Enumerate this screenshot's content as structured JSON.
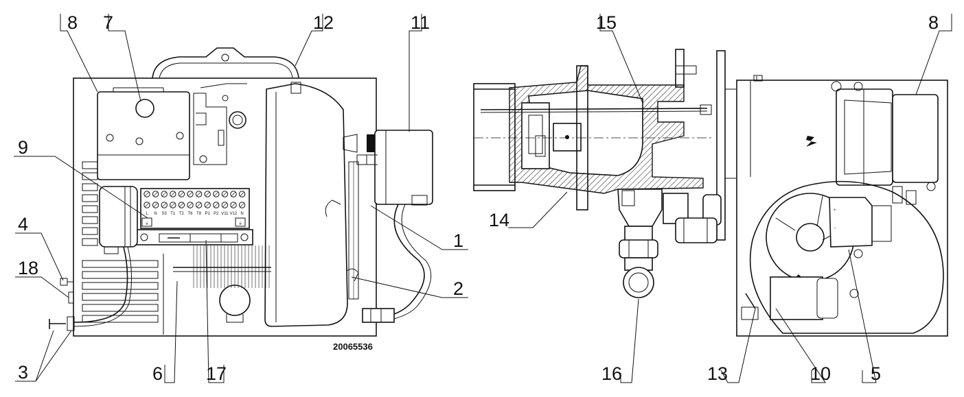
{
  "drawing_code": "20065536",
  "callouts": {
    "c1": "1",
    "c2": "2",
    "c3": "3",
    "c4": "4",
    "c5": "5",
    "c6": "6",
    "c7": "7",
    "c8a": "8",
    "c8b": "8",
    "c9": "9",
    "c10": "10",
    "c11": "11",
    "c12": "12",
    "c13": "13",
    "c14": "14",
    "c15": "15",
    "c16": "16",
    "c17": "17",
    "c18": "18"
  },
  "terminals": [
    "L",
    "N",
    "S3",
    "T1",
    "T2",
    "T6",
    "T8",
    "P1",
    "P2",
    "V11",
    "V12",
    "N"
  ]
}
